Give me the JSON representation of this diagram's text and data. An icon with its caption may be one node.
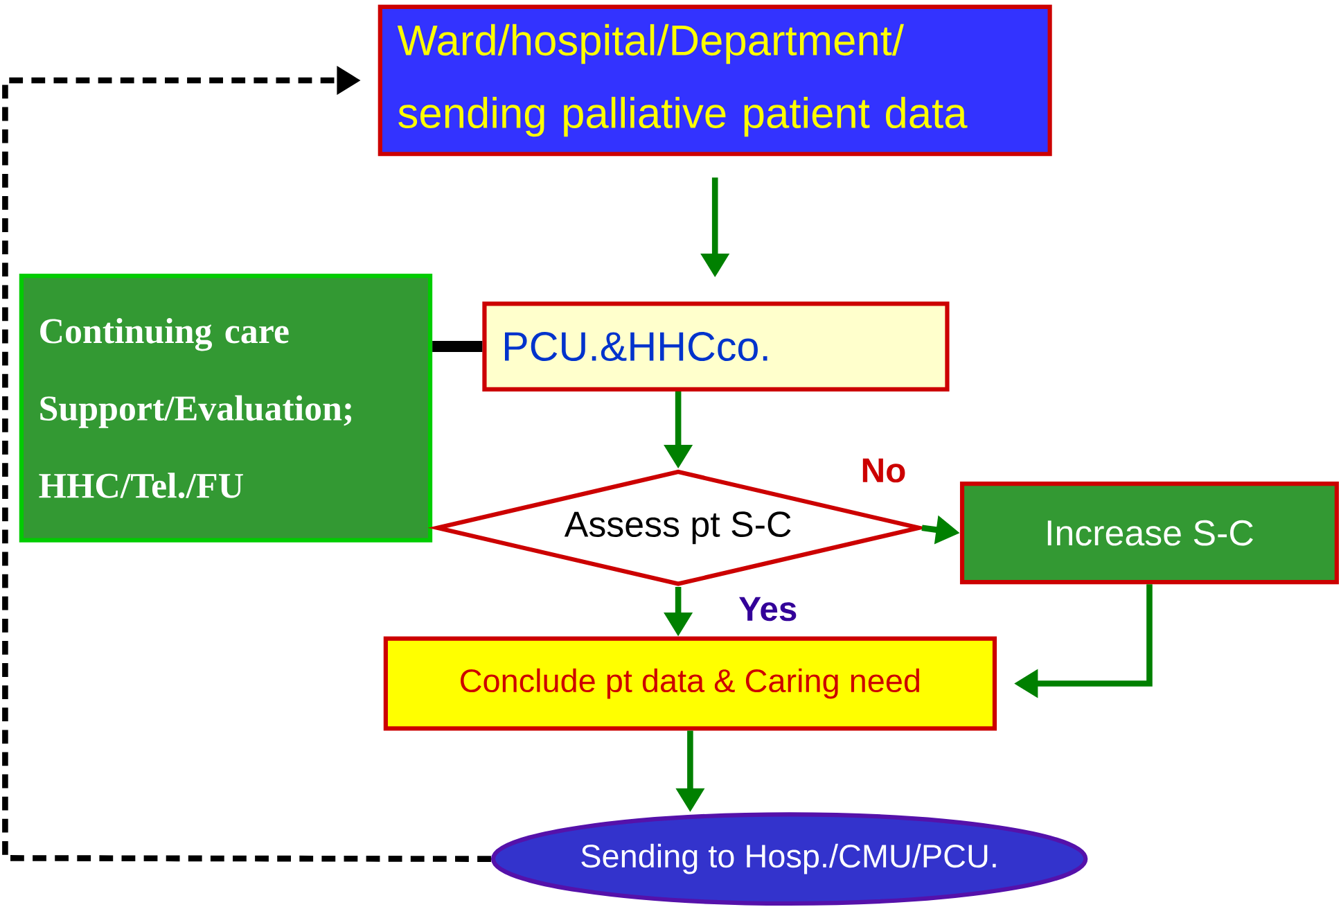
{
  "diagram": {
    "nodes": [
      {
        "text": [
          "Ward/hospital/Department/ sending palliative patient data"
        ]
      },
      {
        "text": [
          "Continuing care",
          "Support/Evaluation;",
          "HHC/Tel./FU"
        ]
      },
      {
        "text": [
          "PCU.&HHCco."
        ]
      },
      {
        "text": [
          "Assess pt S-C"
        ]
      },
      {
        "text": [
          "Increase S-C"
        ]
      },
      {
        "text": [
          "Conclude pt data & Caring need"
        ]
      },
      {
        "text": [
          "Sending to Hosp./CMU/PCU."
        ]
      }
    ],
    "edges": [
      {
        "from": 0,
        "to": 2,
        "arrow": "to"
      },
      {
        "from": 1,
        "to": 2,
        "arrow": "none",
        "style": "thick",
        "color": "#000000"
      },
      {
        "from": 2,
        "to": 3,
        "arrow": "to"
      },
      {
        "from": 3,
        "to": 4,
        "arrow": "to",
        "label": "No"
      },
      {
        "from": 3,
        "to": 5,
        "arrow": "to",
        "label": "Yes"
      },
      {
        "from": 4,
        "to": 5,
        "arrow": "to"
      },
      {
        "from": 5,
        "to": 6,
        "arrow": "to"
      },
      {
        "from": 6,
        "to": 0,
        "arrow": "to",
        "style": "dashed",
        "color": "#000000"
      }
    ]
  }
}
